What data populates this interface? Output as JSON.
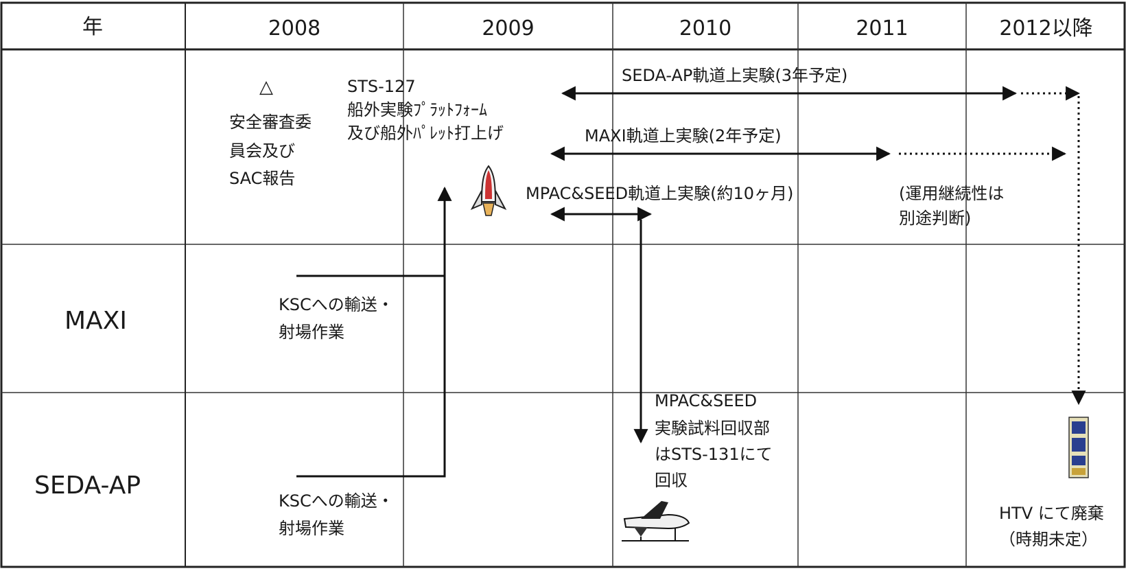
{
  "header": {
    "year_label": "年",
    "years": [
      "2008",
      "2009",
      "2010",
      "2011",
      "2012以降"
    ]
  },
  "rows": {
    "maxi": "MAXI",
    "seda": "SEDA-AP"
  },
  "milestones": {
    "review_mark": "△",
    "review": [
      "安全審査委",
      "員会及び",
      "SAC報告"
    ],
    "launch": [
      "STS-127",
      "船外実験ﾌﾟﾗｯﾄﾌｫｰﾑ",
      "及び船外ﾊﾟﾚｯﾄ打上げ"
    ]
  },
  "experiments": {
    "seda_ap": "SEDA-AP軌道上実験(3年予定)",
    "maxi": "MAXI軌道上実験(2年予定)",
    "mpac": "MPAC&SEED軌道上実験(約10ヶ月)",
    "continuity": [
      "(運用継続性は",
      "別途判断)"
    ]
  },
  "transport": {
    "maxi": [
      "KSCへの輸送・",
      "射場作業"
    ],
    "seda": [
      "KSCへの輸送・",
      "射場作業"
    ]
  },
  "recovery": [
    "MPAC&SEED",
    "実験試料回収部",
    "はSTS-131にて",
    "回収"
  ],
  "disposal": [
    "HTV にて廃棄",
    "（時期未定）"
  ],
  "icons": [
    "shuttle-launch-icon",
    "shuttle-landing-icon",
    "htv-icon"
  ],
  "colors": {
    "line": "#111111",
    "grid": "#333333",
    "header_bg": "#ffffff"
  }
}
